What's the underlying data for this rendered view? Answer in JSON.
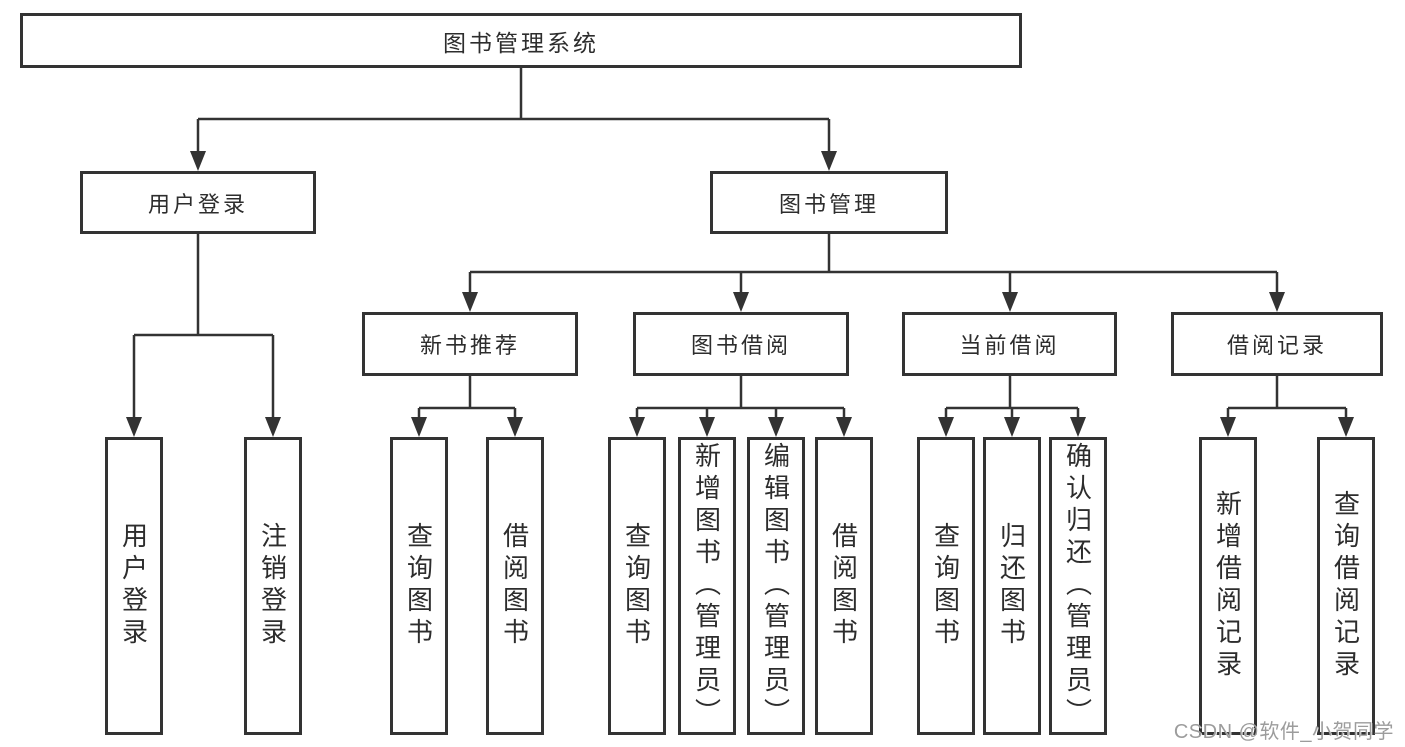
{
  "diagram": {
    "title": "图书管理系统",
    "tree": {
      "root": {
        "label": "图书管理系统"
      },
      "level2": [
        {
          "label": "用户登录"
        },
        {
          "label": "图书管理"
        }
      ],
      "level3": [
        {
          "label": "新书推荐"
        },
        {
          "label": "图书借阅"
        },
        {
          "label": "当前借阅"
        },
        {
          "label": "借阅记录"
        }
      ],
      "leaves": {
        "user_login": [
          {
            "label": "用户登录"
          },
          {
            "label": "注销登录"
          }
        ],
        "new_book": [
          {
            "label": "查询图书"
          },
          {
            "label": "借阅图书"
          }
        ],
        "book_borrow": [
          {
            "label": "查询图书"
          },
          {
            "label": "新增图书（管理员）"
          },
          {
            "label": "编辑图书（管理员）"
          },
          {
            "label": "借阅图书"
          }
        ],
        "current_borrow": [
          {
            "label": "查询图书"
          },
          {
            "label": "归还图书"
          },
          {
            "label": "确认归还（管理员）"
          }
        ],
        "borrow_records": [
          {
            "label": "新增借阅记录"
          },
          {
            "label": "查询借阅记录"
          }
        ]
      }
    },
    "colors": {
      "line": "#333333",
      "box_border": "#333333",
      "text": "#2d2d2d",
      "watermark": "#9c9c9c",
      "background": "#ffffff"
    }
  },
  "watermark": {
    "text": "CSDN @软件_小贺同学"
  }
}
